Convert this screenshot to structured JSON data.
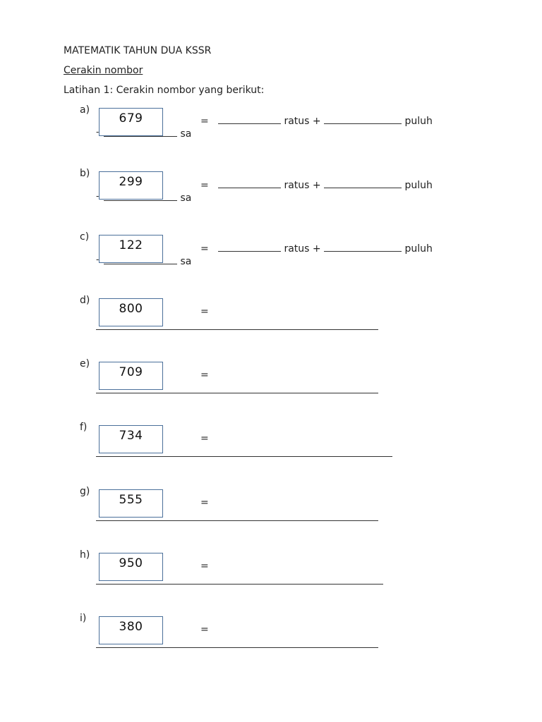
{
  "heading": "MATEMATIK TAHUN DUA KSSR",
  "subtitle": "Cerakin nombor",
  "instruction": "Latihan 1: Cerakin nombor yang berikut:",
  "equals": "=",
  "ratus_word": "ratus +",
  "puluh_word": "puluh",
  "sa_word": "sa",
  "questions": [
    {
      "label": "a)",
      "number": "679"
    },
    {
      "label": "b)",
      "number": "299"
    },
    {
      "label": "c)",
      "number": "122"
    },
    {
      "label": "d)",
      "number": "800"
    },
    {
      "label": "e)",
      "number": "709"
    },
    {
      "label": "f)",
      "number": "734"
    },
    {
      "label": "g)",
      "number": "555"
    },
    {
      "label": "h)",
      "number": "950"
    },
    {
      "label": "i)",
      "number": "380"
    }
  ]
}
